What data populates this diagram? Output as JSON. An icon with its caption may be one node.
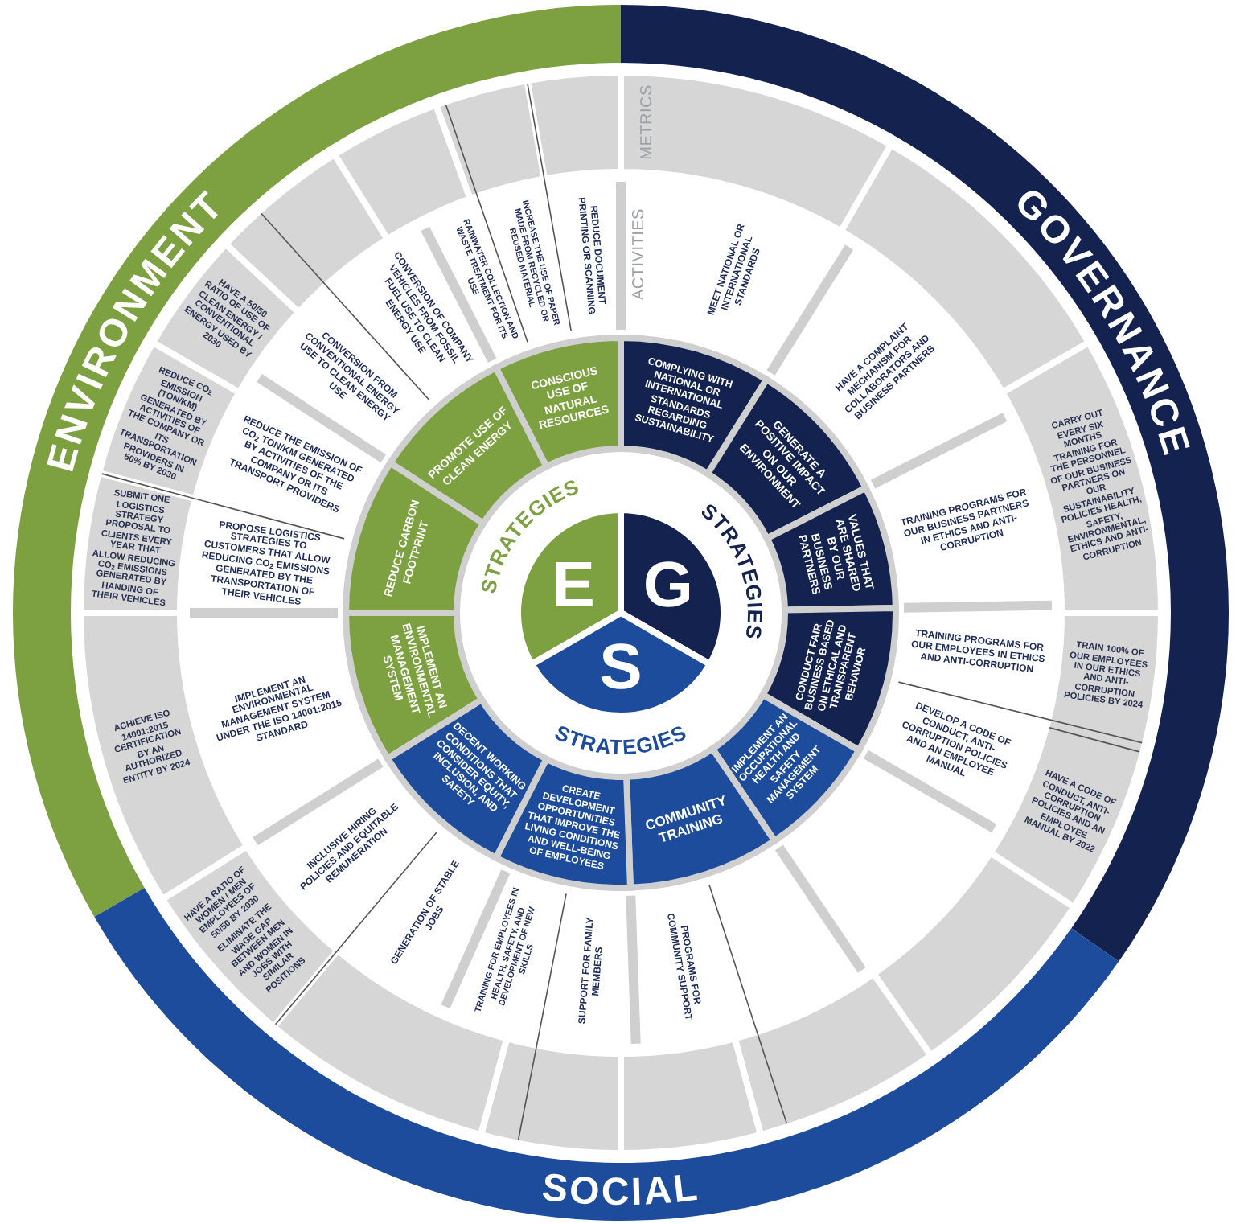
{
  "diagram": {
    "nodes": [
      {
        "text": [
          "ENVIRONMENT"
        ]
      },
      {
        "text": [
          "GOVERNANCE"
        ]
      },
      {
        "text": [
          "SOCIAL"
        ]
      },
      {
        "text": [
          "E"
        ]
      },
      {
        "text": [
          "G"
        ]
      },
      {
        "text": [
          "S"
        ]
      },
      {
        "text": [
          "CONSCIOUS USE OF NATURAL RESOURCES"
        ]
      },
      {
        "text": [
          "PROMOTE USE OF CLEAN ENERGY"
        ]
      },
      {
        "text": [
          "REDUCE CARBON FOOTPRINT"
        ]
      },
      {
        "text": [
          "IMPLEMENT AN ENVIRONMENTAL MANAGEMENT SYSTEM"
        ]
      },
      {
        "text": [
          "COMPLYING WITH NATIONAL OR INTERNATIONAL STANDARDS REGARDING SUSTAINABILITY"
        ]
      },
      {
        "text": [
          "GENERATE A POSITIVE IMPACT ON OUR ENVIRONMENT"
        ]
      },
      {
        "text": [
          "VALUES THAT ARE SHARED BY OUR BUSINESS PARTNERS"
        ]
      },
      {
        "text": [
          "CONDUCT FAIR BUSINESS BASED ON ETHICAL AND TRANSPARENT BEHAVIOR"
        ]
      },
      {
        "text": [
          "IMPLEMENT AN OCCUPATIONAL HEALTH AND SAFETY MANAGEMENT SYSTEM"
        ]
      },
      {
        "text": [
          "COMMUNITY TRAINING"
        ]
      },
      {
        "text": [
          "CREATE DEVELOPMENT OPPORTUNITIES THAT IMPROVE THE LIVING CONDITIONS AND WELL-BEING OF EMPLOYEES"
        ]
      },
      {
        "text": [
          "DECENT WORKING CONDITIONS THAT CONSIDER EQUITY, INCLUSION, AND SAFETY"
        ]
      },
      {
        "text": [
          "REDUCE DOCUMENT PRINTING OR SCANNING"
        ]
      },
      {
        "text": [
          "INCREASE THE USE OF PAPER MADE FROM RECYCLED OR REUSED MATERIAL"
        ]
      },
      {
        "text": [
          "RAINWATER COLLECTION AND WASTE TREATMENT FOR ITS USE"
        ]
      },
      {
        "text": [
          "CONVERSION OF COMPANY VEHICLES FROM FOSSIL FUEL USE TO CLEAN ENERGY USE"
        ]
      },
      {
        "text": [
          "CONVERSION FROM CONVENTIONAL ENERGY USE TO CLEAN ENERGY USE"
        ]
      },
      {
        "text": [
          "REDUCE THE EMISSION OF CO$_{2}$ TON/KM GENERATED BY ACTIVITIES OF THE COMPANY OR ITS TRANSPORT PROVIDERS"
        ]
      },
      {
        "text": [
          "PROPOSE LOGISTICS STRATEGIES TO CUSTOMERS THAT ALLOW REDUCING CO$_{2}$ EMISSIONS GENERATED BY THE TRANSPORTATION OF THEIR VEHICLES"
        ]
      },
      {
        "text": [
          "IMPLEMENT AN ENVIRONMENTAL MANAGEMENT SYSTEM UNDER THE ISO 14001:2015 STANDARD"
        ]
      },
      {
        "text": [
          "MEET NATIONAL OR INTERNATIONAL STANDARDS"
        ]
      },
      {
        "text": [
          "HAVE A COMPLAINT MECHANISM FOR COLLABORATORS AND BUSINESS PARTNERS"
        ]
      },
      {
        "text": [
          "TRAINING PROGRAMS FOR OUR BUSINESS PARTNERS IN ETHICS AND ANTI-CORRUPTION"
        ]
      },
      {
        "text": [
          "TRAINING PROGRAMS FOR OUR EMPLOYEES IN ETHICS AND ANTI-CORRUPTION"
        ]
      },
      {
        "text": [
          "DEVELOP A CODE OF CONDUCT, ANTI-CORRUPTION POLICIES AND AN EMPLOYEE MANUAL"
        ]
      },
      {
        "text": [
          "PROGRAMS FOR COMMUNITY SUPPORT"
        ]
      },
      {
        "text": [
          "SUPPORT FOR FAMILY MEMBERS"
        ]
      },
      {
        "text": [
          "TRAINING FOR EMPLOYEES IN HEALTH, SAFETY, AND DEVELOPMENT OF NEW SKILLS"
        ]
      },
      {
        "text": [
          "GENERATION OF STABLE JOBS"
        ]
      },
      {
        "text": [
          "INCLUSIVE HIRING POLICIES AND EQUITABLE REMUNERATION"
        ]
      },
      {
        "text": [
          "HAVE A 50/50 RATIO OF USE OF CLEAN ENERGY / CONVENTIONAL ENERGY USED BY 2030"
        ]
      },
      {
        "text": [
          "REDUCE CO$_{2}$ EMISSION (TON/KM) GENERATED BY ACTIVITIES OF THE COMPANY OR ITS TRANSPORTATION PROVIDERS IN 50% BY 2030"
        ]
      },
      {
        "text": [
          "SUBMIT ONE LOGISTICS STRATEGY PROPOSAL TO CLIENTS EVERY YEAR THAT ALLOW REDUCING CO$_{2}$ EMISSIONS GENERATED BY HANDING OF THEIR VEHICLES"
        ]
      },
      {
        "text": [
          "ACHIEVE ISO 14001:2015 CERTIFICATION BY AN AUTHORIZED ENTITY BY 2024"
        ]
      },
      {
        "text": [
          "CARRY OUT EVERY SIX MONTHS TRAINING FOR THE PERSONNEL OF OUR BUSINESS PARTNERS ON OUR SUSTAINABILITY POLICIES HEALTH, SAFETY, ENVIRONMENTAL, ETHICS AND ANTI-CORRUPTION"
        ]
      },
      {
        "text": [
          "TRAIN 100% OF OUR EMPLOYEES IN OUR ETHICS AND ANTI-CORRUPTION POLICIES BY 2024"
        ]
      },
      {
        "text": [
          "HAVE A CODE OF CONDUCT, ANTI-CORRUPTION POLICIES AND AN EMPLOYEE MANUAL BY 2022"
        ]
      },
      {
        "text": [
          "HAVE A RATIO OF WOMEN / MEN EMPLOYEES OF 50/50 BY 2030",
          "ELIMINATE THE WAGE GAP BETWEEN MEN AND WOMEN IN JOBS WITH SIMILAR POSITIONS"
        ]
      }
    ],
    "labels": [
      "METRICS",
      "ACTIVITIES",
      "STRATEGIES",
      "STRATEGIES",
      "STRATEGIES"
    ]
  }
}
